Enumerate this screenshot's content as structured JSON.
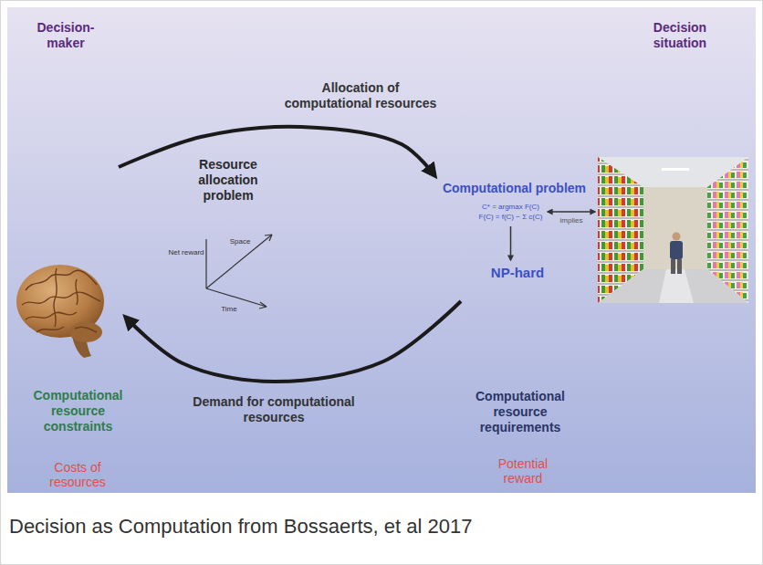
{
  "diagram": {
    "caption": "Decision as Computation from Bossaerts, et al 2017",
    "nodes": [
      {
        "text": [
          "Decision-maker"
        ]
      },
      {
        "text": [
          "Decision situation"
        ]
      },
      {
        "text": [
          "Computational problem"
        ]
      },
      {
        "text": [
          "C* = argmax F(C)",
          "F(C) = f(C) − Σ c(C)"
        ]
      },
      {
        "text": [
          "NP-hard"
        ]
      }
    ],
    "edges": [
      {
        "from": 0,
        "to": 2,
        "label": "Allocation of computational resources",
        "arrow": "to"
      },
      {
        "from": 3,
        "to": 1,
        "label": "implies",
        "arrow": "both"
      },
      {
        "from": 3,
        "to": 4,
        "arrow": "to"
      },
      {
        "from": 4,
        "to": 0,
        "label": "Demand for computational resources",
        "arrow": "to"
      }
    ],
    "labels": [
      "Resource allocation problem",
      "Net reward",
      "Space",
      "Time",
      "Computational resource constraints",
      "Costs of resources",
      "Computational resource requirements",
      "Potential reward"
    ]
  }
}
